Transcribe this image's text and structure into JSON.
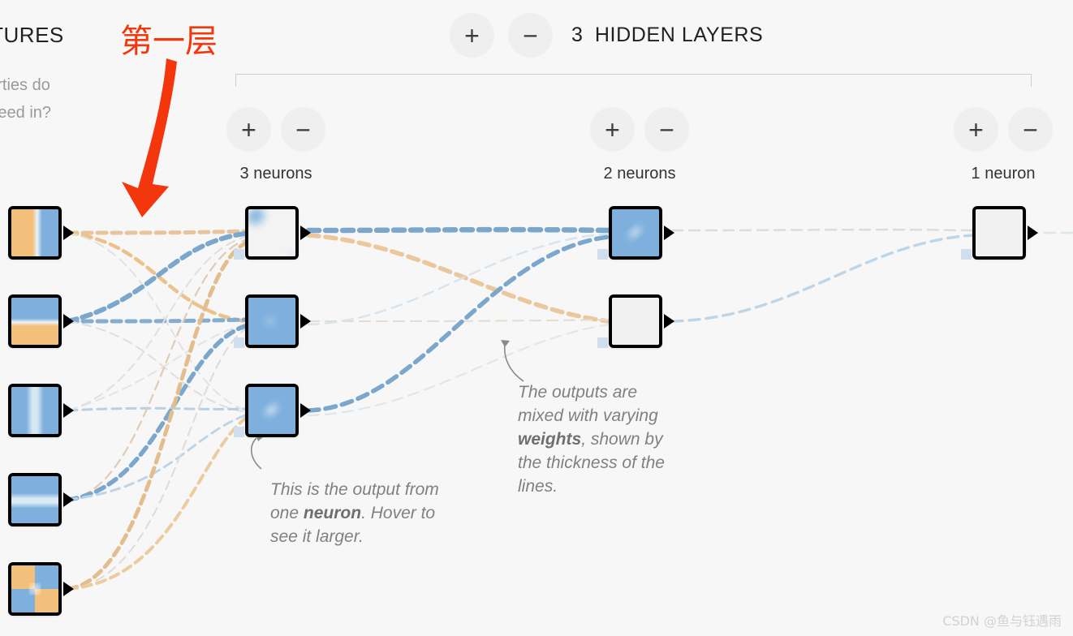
{
  "sidebar": {
    "title": "FEATURES",
    "subtitle_line1": "Which properties do",
    "subtitle_line2": "you want to feed in?"
  },
  "annotation": {
    "text": "第一层",
    "color": "#f4360c",
    "arrow_name": "red-down-arrow"
  },
  "header": {
    "add_label": "+",
    "remove_label": "−",
    "layer_count": "3",
    "layers_label": "HIDDEN LAYERS"
  },
  "layers": [
    {
      "id": "layer-1",
      "neuron_label": "3 neurons",
      "add_label": "+",
      "remove_label": "−",
      "neuron_count": 3
    },
    {
      "id": "layer-2",
      "neuron_label": "2 neurons",
      "add_label": "+",
      "remove_label": "−",
      "neuron_count": 2
    },
    {
      "id": "layer-3",
      "neuron_label": "1 neuron",
      "add_label": "+",
      "remove_label": "−",
      "neuron_count": 1
    }
  ],
  "input_nodes": [
    {
      "name": "input-node-x1",
      "pattern": "vertical-split"
    },
    {
      "name": "input-node-x2",
      "pattern": "horizontal-split"
    },
    {
      "name": "input-node-x1sq",
      "pattern": "vertical-band"
    },
    {
      "name": "input-node-x2sq",
      "pattern": "horizontal-band"
    },
    {
      "name": "input-node-x1x2",
      "pattern": "quadrant-xor"
    }
  ],
  "hidden_nodes_l1": [
    {
      "name": "hidden-node-1-1"
    },
    {
      "name": "hidden-node-1-2"
    },
    {
      "name": "hidden-node-1-3"
    }
  ],
  "hidden_nodes_l2": [
    {
      "name": "hidden-node-2-1"
    },
    {
      "name": "hidden-node-2-2"
    }
  ],
  "output_node": {
    "name": "output-node"
  },
  "callouts": {
    "neuron": {
      "line1": "This is the output",
      "line2": "from one",
      "bold": "neuron",
      "tail": ". Hover",
      "line4": "to see it larger."
    },
    "weights": {
      "line1": "The outputs are",
      "line2": "mixed with",
      "line3_pre": "varying ",
      "bold": "weights",
      "line3_post": ",",
      "line4": "shown by the",
      "line5": "thickness of the",
      "line6": "lines."
    }
  },
  "watermark": {
    "text": "CSDN @鱼与钰遇雨"
  },
  "colors": {
    "positive_weight": "#7ba7cd",
    "negative_weight": "#e8b77a",
    "background": "#f7f7f7",
    "node_border": "#000000",
    "accent_orange": "#f3c07b",
    "accent_blue": "#7fb0dd"
  }
}
